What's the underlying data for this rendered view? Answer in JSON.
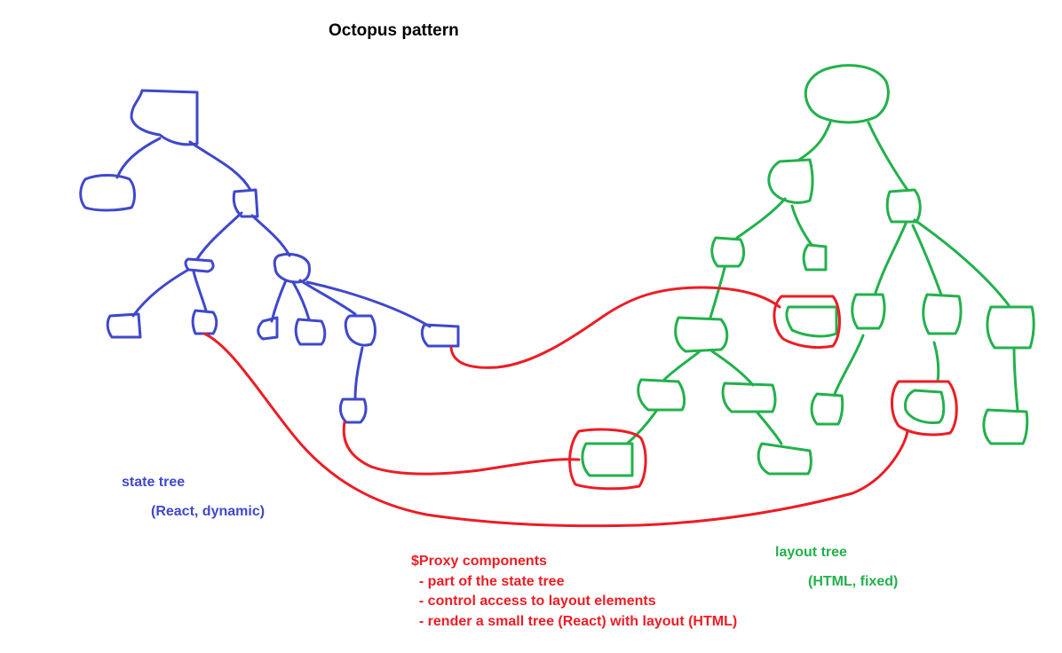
{
  "title": "Octopus pattern",
  "state_tree": {
    "label": "state tree",
    "sublabel": "(React, dynamic)"
  },
  "proxy": {
    "label": "$Proxy components",
    "bullets": [
      "  - part of the state tree",
      "  - control access to layout elements",
      "  - render a small tree (React) with layout (HTML)"
    ]
  },
  "layout_tree": {
    "label": "layout tree",
    "sublabel": "(HTML, fixed)"
  },
  "colors": {
    "state": "#3f48cc",
    "proxy": "#ed1c24",
    "layout": "#22b14c"
  }
}
